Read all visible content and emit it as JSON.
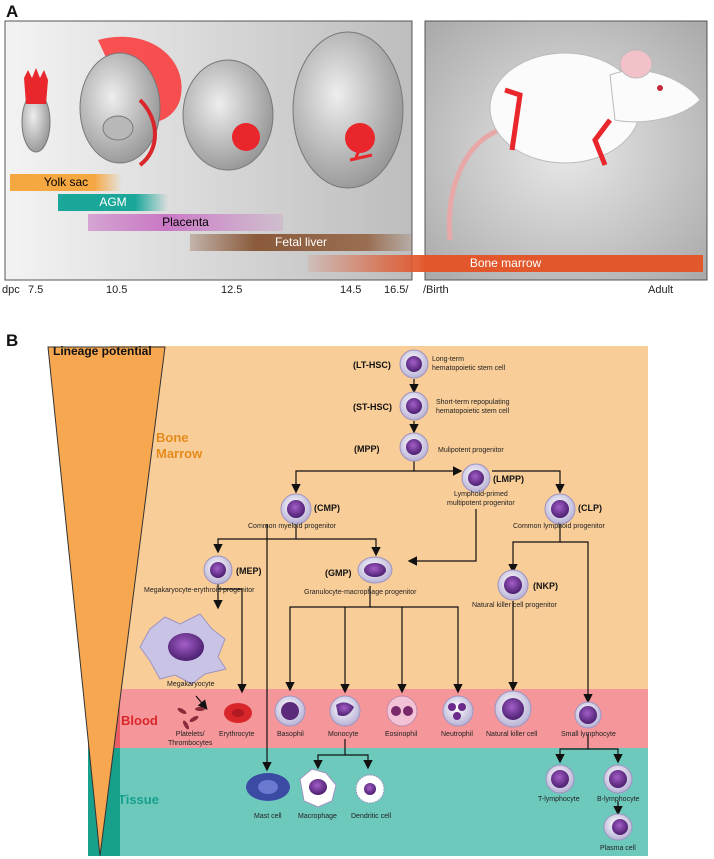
{
  "panel_a": {
    "label": "A",
    "bars": [
      {
        "label": "Yolk sac",
        "color": "#f5a742"
      },
      {
        "label": "AGM",
        "color": "#1aa79a"
      },
      {
        "label": "Placenta",
        "color": "#c978c4"
      },
      {
        "label": "Fetal liver",
        "color": "#8a5a3a"
      },
      {
        "label": "Bone marrow",
        "color": "#e2572b"
      }
    ],
    "ticks": [
      "dpc",
      "7.5",
      "10.5",
      "12.5",
      "14.5",
      "16.5/",
      "/Birth",
      "Adult"
    ]
  },
  "panel_b": {
    "label": "B",
    "lineage_title": "Lineage potential",
    "zones": {
      "bone_marrow": "Bone\nMarrow",
      "blood": "Blood",
      "tissue": "Tissue"
    },
    "colors": {
      "bone_marrow": "#f9cd98",
      "blood": "#f5979a",
      "tissue": "#6ec9bd",
      "triangle": "#f6a750",
      "blood_label": "#d9262b",
      "tissue_label": "#16a08c",
      "bm_label": "#e58b1c"
    },
    "cells": {
      "lthsc": {
        "abbr": "(LT-HSC)",
        "desc": "Long-term\nhematopoietic stem cell"
      },
      "sthsc": {
        "abbr": "(ST-HSC)",
        "desc": "Short-term repopulating\nhematopoietic stem cell"
      },
      "mpp": {
        "abbr": "(MPP)",
        "desc": "Mulipotent progenitor"
      },
      "lmpp": {
        "abbr": "(LMPP)",
        "desc": "Lymphoid-primed\nmultipotent progenitor"
      },
      "cmp": {
        "abbr": "(CMP)",
        "desc": "Common myeloid progenitor"
      },
      "clp": {
        "abbr": "(CLP)",
        "desc": "Common lymphoid progenitor"
      },
      "mep": {
        "abbr": "(MEP)",
        "desc": "Megakaryocyte-erythroid progenitor"
      },
      "gmp": {
        "abbr": "(GMP)",
        "desc": "Granulocyte-macrophage progenitor"
      },
      "nkp": {
        "abbr": "(NKP)",
        "desc": "Natural killer cell progenitor"
      }
    },
    "terminal": {
      "megakaryocyte": "Megakaryocyte",
      "platelets": "Platelets/\nThrombocytes",
      "erythrocyte": "Erythrocyte",
      "basophil": "Basophil",
      "monocyte": "Monocyte",
      "eosinophil": "Eosinophil",
      "neutrophil": "Neutrophil",
      "nk_cell": "Natural killer cell",
      "small_lymphocyte": "Small lymphocyte",
      "mast_cell": "Mast cell",
      "macrophage": "Macrophage",
      "dendritic_cell": "Dendritic cell",
      "t_lymphocyte": "T-lymphocyte",
      "b_lymphocyte": "B-lymphocyte",
      "plasma_cell": "Plasma cell"
    }
  }
}
